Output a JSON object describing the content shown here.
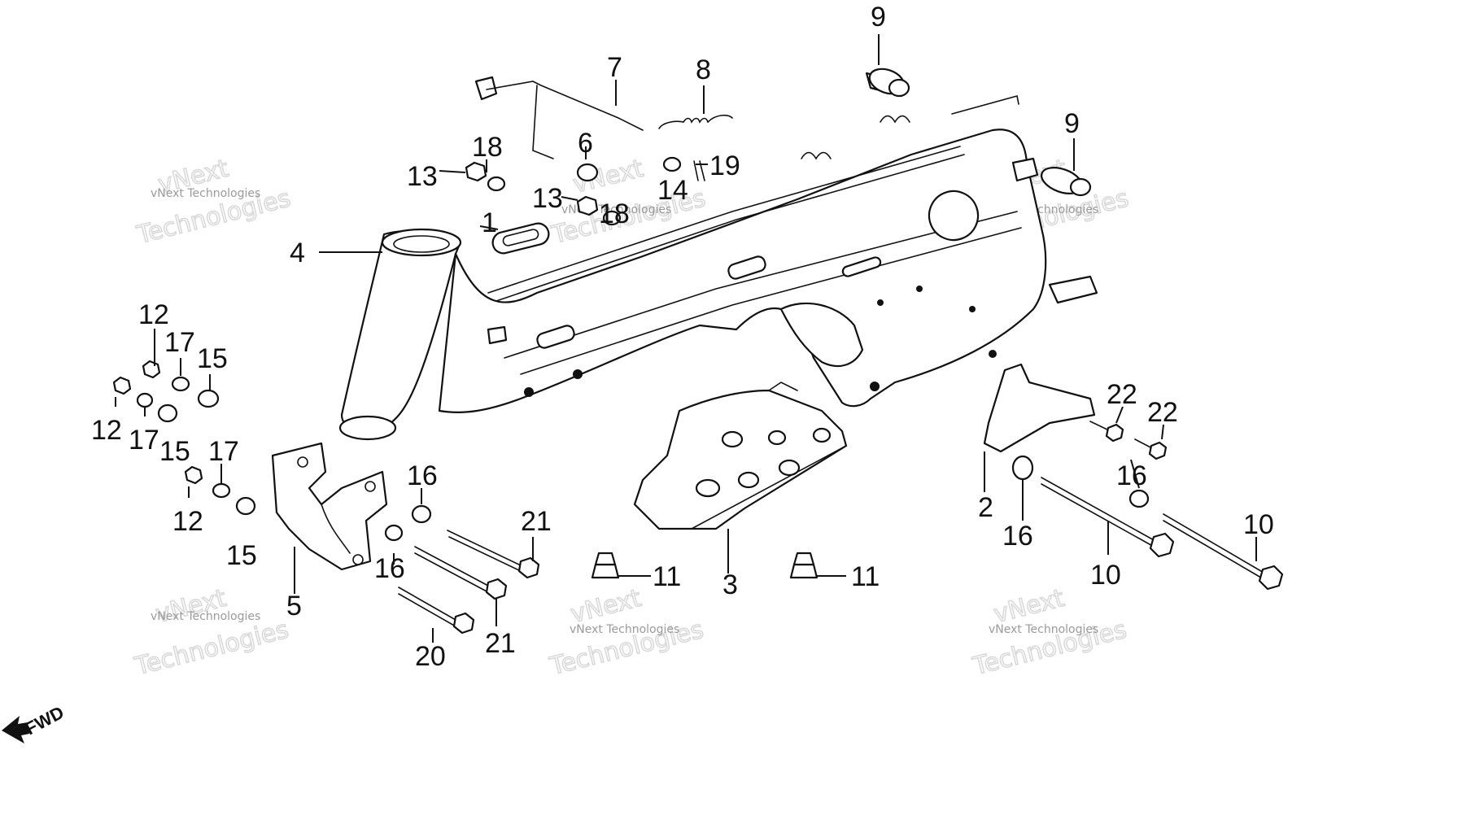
{
  "callouts": [
    "1",
    "2",
    "3",
    "4",
    "5",
    "6",
    "7",
    "8",
    "9",
    "9",
    "10",
    "10",
    "11",
    "11",
    "12",
    "12",
    "12",
    "13",
    "13",
    "14",
    "15",
    "15",
    "15",
    "16",
    "16",
    "16",
    "16",
    "17",
    "17",
    "17",
    "18",
    "18",
    "19",
    "20",
    "21",
    "21",
    "22",
    "22"
  ],
  "watermark": {
    "brand": "vNext",
    "line1": "vNext Technologies",
    "line2": "Technologies"
  },
  "direction_label": "FWD",
  "colors": {
    "ink": "#111111",
    "background": "#ffffff",
    "watermark": "#d8d8d8"
  }
}
